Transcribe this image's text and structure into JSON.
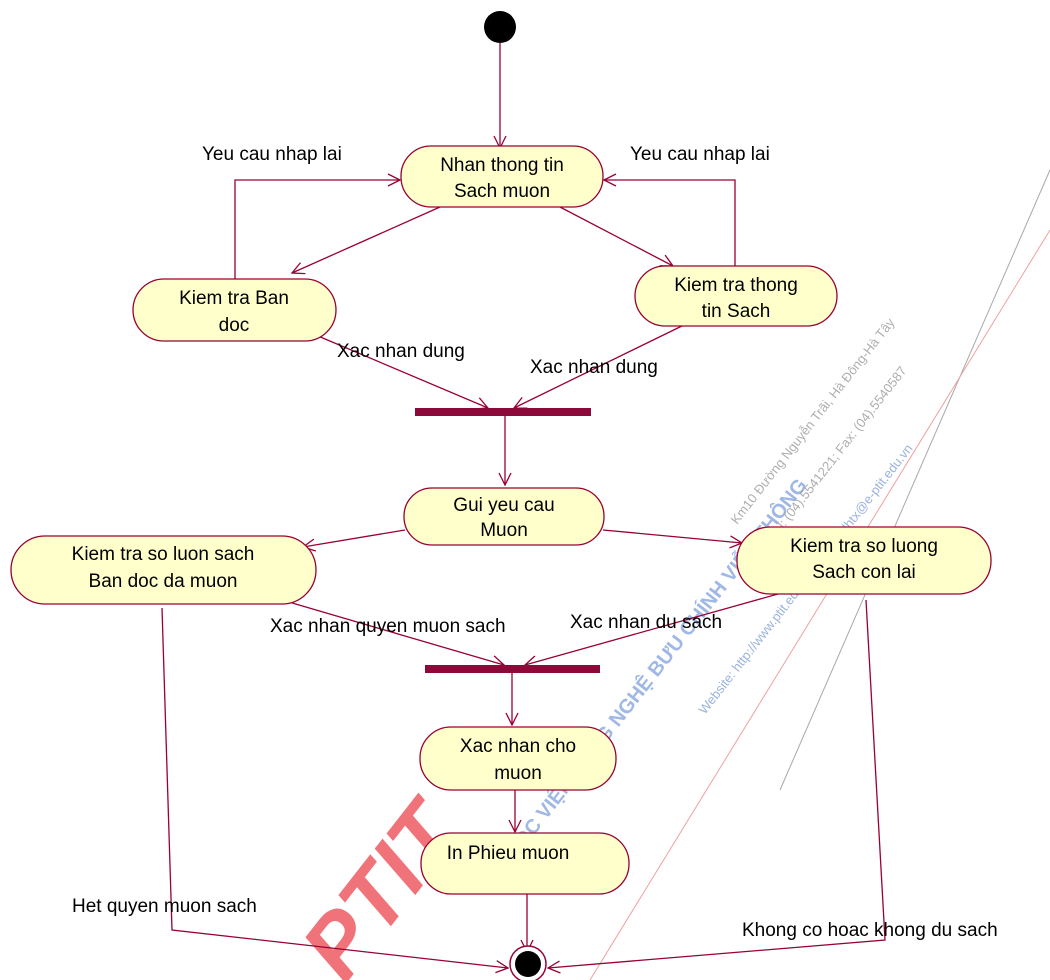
{
  "colors": {
    "node_fill": "#ffffcc",
    "node_stroke": "#990033",
    "edge": "#990033",
    "sync_bar": "#8b0a3a",
    "watermark_blue": "#2b62c8",
    "watermark_red": "#e6000d",
    "watermark_gray": "#a8a8a8"
  },
  "watermark": {
    "institute": "HỌC VIỆN CÔNG NGHỆ BƯU CHÍNH VIỄN THÔNG",
    "address": "Km10 Đường Nguyễn Trãi, Hà Đông-Hà Tây",
    "phone": "Tel: (04).5541221; Fax: (04).5540587",
    "website": "Website: http://www.ptit.edu.vn; E-mail: dhtx@e-ptit.edu.vn",
    "logo": "PTIT"
  },
  "nodes": {
    "nhan_thong_tin": [
      "Nhan thong tin",
      "Sach muon"
    ],
    "kiem_tra_ban_doc": [
      "Kiem tra Ban",
      "doc"
    ],
    "kiem_tra_thong_tin_sach": [
      "Kiem tra thong",
      "tin Sach"
    ],
    "gui_yeu_cau": [
      "Gui yeu cau",
      "Muon"
    ],
    "kiem_tra_so_luon": [
      "Kiem tra so luon sach",
      "Ban doc da muon"
    ],
    "kiem_tra_so_luong": [
      "Kiem tra so luong",
      "Sach con lai"
    ],
    "xac_nhan_cho_muon": [
      "Xac nhan cho",
      "muon"
    ],
    "in_phieu_muon": [
      "In Phieu muon"
    ]
  },
  "labels": {
    "yeu_cau_left": "Yeu cau nhap lai",
    "yeu_cau_right": "Yeu cau nhap lai",
    "xac_nhan_dung_left": "Xac nhan dung",
    "xac_nhan_dung_right": "Xac nhan dung",
    "xac_nhan_quyen": "Xac nhan quyen muon sach",
    "xac_nhan_du_sach": "Xac nhan du sach",
    "het_quyen": "Het quyen muon sach",
    "khong_co": "Khong co hoac khong du sach"
  }
}
